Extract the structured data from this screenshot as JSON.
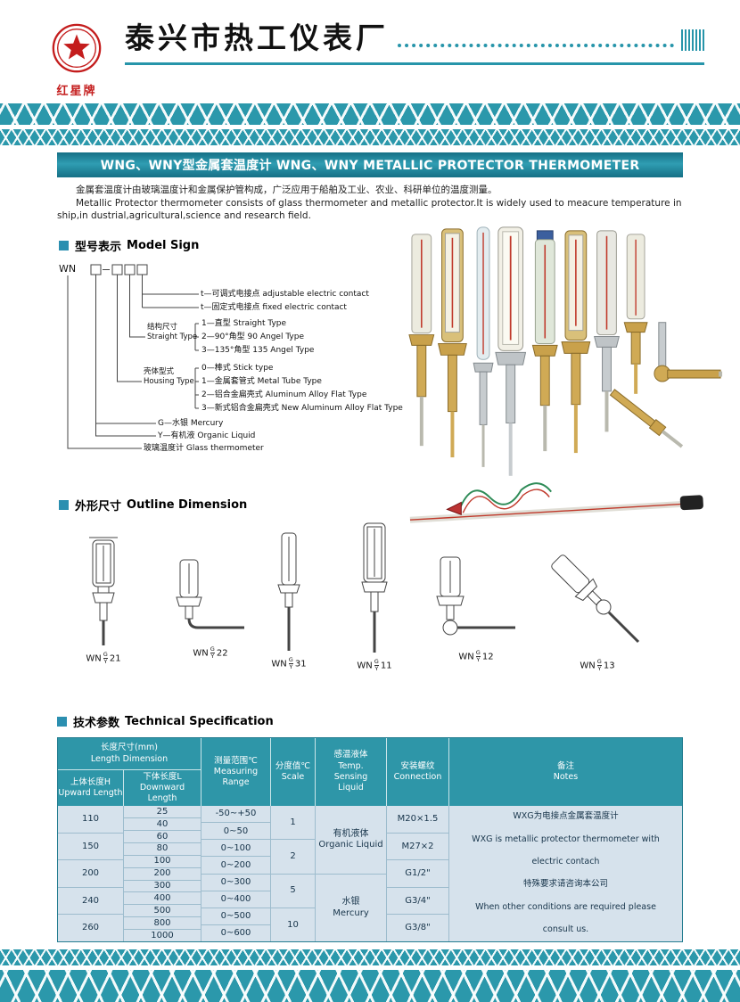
{
  "brand": {
    "name": "红星牌"
  },
  "company": {
    "name": "泰兴市热工仪表厂"
  },
  "title_bar": {
    "text": "WNG、WNY型金属套温度计 WNG、WNY METALLIC PROTECTOR THERMOMETER"
  },
  "intro": {
    "zh": "金属套温度计由玻璃温度计和金属保护管构成，广泛应用于船舶及工业、农业、科研单位的温度测量。",
    "en": "Metallic Protector thermometer consists of glass thermometer and metallic protector.It is widely used to meacure temperature in ship,in dustrial,agricultural,science and research field."
  },
  "sections": {
    "model": {
      "zh": "型号表示",
      "en": "Model Sign"
    },
    "outline": {
      "zh": "外形尺寸",
      "en": "Outline Dimension"
    },
    "spec": {
      "zh": "技术参数",
      "en": "Technical Specification"
    }
  },
  "model_sign": {
    "prefix": "WN",
    "contact_items": [
      "t—可调式电接点 adjustable electric contact",
      "t—固定式电接点 fixed electric contact"
    ],
    "structure_group": {
      "zh": "结构尺寸",
      "en": "Straight Type"
    },
    "structure_items": [
      "1—直型 Straight Type",
      "2—90°角型 90 Angel Type",
      "3—135°角型 135 Angel Type"
    ],
    "housing_group": {
      "zh": "壳体型式",
      "en": "Housing Type"
    },
    "housing_items": [
      "0—棒式 Stick type",
      "1—金属套管式 Metal Tube Type",
      "2—铝合金扁壳式 Aluminum Alloy Flat Type",
      "3—新式铝合金扁壳式 New Aluminum Alloy Flat Type"
    ],
    "liquid_items": [
      "G—水银 Mercury",
      "Y—有机液 Organic Liquid"
    ],
    "base_item": "玻璃温度计 Glass thermometer"
  },
  "outline_models": [
    {
      "prefix": "WN",
      "upper": "G",
      "lower": "Y",
      "suffix": "21"
    },
    {
      "prefix": "WN",
      "upper": "G",
      "lower": "Y",
      "suffix": "22"
    },
    {
      "prefix": "WN",
      "upper": "G",
      "lower": "Y",
      "suffix": "31"
    },
    {
      "prefix": "WN",
      "upper": "G",
      "lower": "Y",
      "suffix": "11"
    },
    {
      "prefix": "WN",
      "upper": "G",
      "lower": "Y",
      "suffix": "12"
    },
    {
      "prefix": "WN",
      "upper": "G",
      "lower": "Y",
      "suffix": "13"
    }
  ],
  "spec_table": {
    "header": {
      "length_group_zh": "长度尺寸(mm)",
      "length_group_en": "Length Dimension",
      "upward_zh": "上体长度H",
      "upward_en": "Upward Length",
      "downward_zh": "下体长度L",
      "downward_en": "Downward Length",
      "range_zh": "测量范围℃",
      "range_en": "Measuring Range",
      "scale_zh": "分度值℃",
      "scale_en": "Scale",
      "liquid_zh": "感温液体",
      "liquid_en1": "Temp.",
      "liquid_en2": "Sensing",
      "liquid_en3": "Liquid",
      "conn_zh": "安装螺纹",
      "conn_en": "Connection",
      "notes_zh": "备注",
      "notes_en": "Notes"
    },
    "upward": [
      "110",
      "150",
      "200",
      "240",
      "260"
    ],
    "downward": [
      "25",
      "40",
      "60",
      "80",
      "100",
      "200",
      "300",
      "400",
      "500",
      "800",
      "1000"
    ],
    "ranges": [
      "-50~+50",
      "0~50",
      "0~100",
      "0~200",
      "0~300",
      "0~400",
      "0~500",
      "0~600"
    ],
    "scales": [
      "1",
      "2",
      "5",
      "10"
    ],
    "liquids": [
      {
        "zh": "有机液体",
        "en": "Organic Liquid"
      },
      {
        "zh": "水银",
        "en": "Mercury"
      }
    ],
    "connections": [
      "M20×1.5",
      "M27×2",
      "G1/2\"",
      "G3/4\"",
      "G3/8\""
    ],
    "notes": [
      "WXG为电接点金属套温度计",
      "WXG is metallic protector thermometer with",
      "electric contach",
      "特殊要求请咨询本公司",
      "When other conditions are required please",
      "consult us."
    ]
  }
}
